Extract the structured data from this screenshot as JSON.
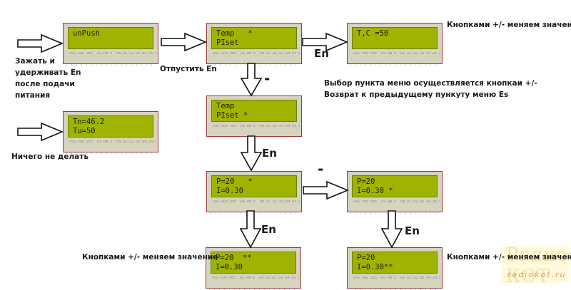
{
  "lcd_pins": "VSS VDD VEE  RS RW E  D0 D1 D2 D3 D4 D5 D6 D7",
  "lcds": [
    {
      "id": "unpush",
      "line1": "unPush",
      "line2": ""
    },
    {
      "id": "temp-menu-1",
      "line1": "Temp   *",
      "line2": "PIset"
    },
    {
      "id": "temp-set",
      "line1": "T,C =50",
      "line2": ""
    },
    {
      "id": "temp-menu-2",
      "line1": "Temp",
      "line2": "PIset *"
    },
    {
      "id": "run",
      "line1": "Tn=46.2",
      "line2": "Tu=50"
    },
    {
      "id": "pi-menu-p",
      "line1": "P=20   *",
      "line2": "I=0.30"
    },
    {
      "id": "pi-menu-i",
      "line1": "P=20",
      "line2": "I=0.30 *"
    },
    {
      "id": "pi-edit-p",
      "line1": "P=20  **",
      "line2": "I=0.30"
    },
    {
      "id": "pi-edit-i",
      "line1": "P=20",
      "line2": "I=0.30**"
    }
  ],
  "labels": {
    "hold_en": [
      "Зажать и",
      "удерживать En",
      "после подачи",
      "питания"
    ],
    "release_en": "Отпустить En",
    "change_value_top": "Кнопками +/- меняем значение",
    "menu_hint_1": "Выбор пункта меню осуществляется кнопкаи  +/-",
    "menu_hint_2": "Возврат к предыдущему пункуту меню Es",
    "do_nothing": "Ничего не делать",
    "change_value_bottom_left": "Кнопками +/- меняем значение",
    "change_value_bottom_right": "Кнопками +/- меняем значение"
  },
  "arrow_labels": {
    "en_right": "En",
    "minus_down": "-",
    "en_down_1": "En",
    "minus_right": "-",
    "en_down_2": "En",
    "en_down_3": "En"
  },
  "watermark": {
    "title": "Радио КОТ",
    "url": "radiokot.ru"
  }
}
